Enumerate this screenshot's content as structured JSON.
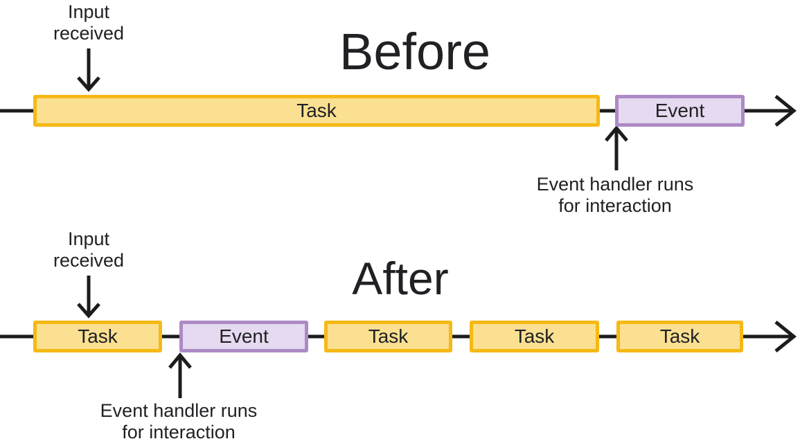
{
  "colors": {
    "task_fill": "#FBE091",
    "task_border": "#F5B916",
    "event_fill": "#E5DAEF",
    "event_border": "#AC8AC6",
    "line": "#1C1C1C",
    "text": "#202124",
    "bg": "#FFFFFF"
  },
  "before": {
    "title": "Before",
    "input_label": "Input received",
    "handler_label": "Event handler runs for interaction",
    "timeline": [
      {
        "type": "task",
        "label": "Task"
      },
      {
        "type": "event",
        "label": "Event"
      }
    ]
  },
  "after": {
    "title": "After",
    "input_label": "Input received",
    "handler_label": "Event handler runs for interaction",
    "timeline": [
      {
        "type": "task",
        "label": "Task"
      },
      {
        "type": "event",
        "label": "Event"
      },
      {
        "type": "task",
        "label": "Task"
      },
      {
        "type": "task",
        "label": "Task"
      },
      {
        "type": "task",
        "label": "Task"
      }
    ]
  }
}
